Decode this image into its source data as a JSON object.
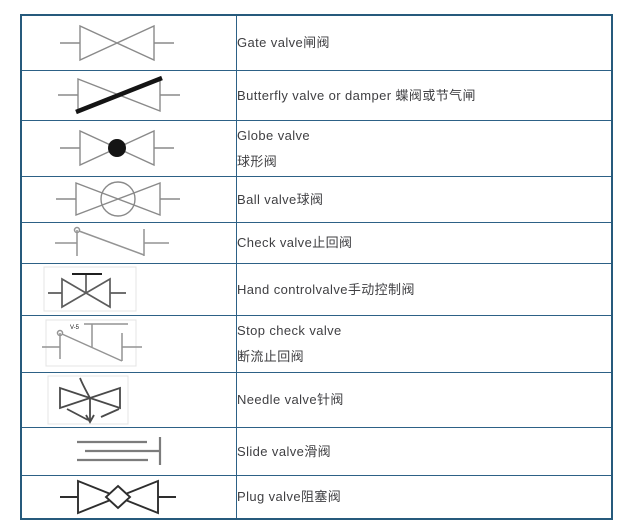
{
  "table": {
    "outer_border_color": "#265a7c",
    "grid_line_color": "#2d6186",
    "text_color": "#3f3f42",
    "rows": [
      {
        "name": "gate-valve",
        "label": "Gate valve闸阀"
      },
      {
        "name": "butterfly-valve",
        "label": "Butterfly valve or damper 蝶阀或节气闸"
      },
      {
        "name": "globe-valve",
        "label": "Globe valve",
        "label2": "球形阀"
      },
      {
        "name": "ball-valve",
        "label": "Ball valve球阀"
      },
      {
        "name": "check-valve",
        "label": "Check valve止回阀"
      },
      {
        "name": "hand-control-valve",
        "label": "Hand controlvalve手动控制阀"
      },
      {
        "name": "stop-check-valve",
        "label": "Stop check valve",
        "label2": "断流止回阀",
        "annotation": "V-5"
      },
      {
        "name": "needle-valve",
        "label": "Needle valve针阀"
      },
      {
        "name": "slide-valve",
        "label": "Slide valve滑阀"
      },
      {
        "name": "plug-valve",
        "label": "Plug valve阻塞阀"
      }
    ]
  }
}
